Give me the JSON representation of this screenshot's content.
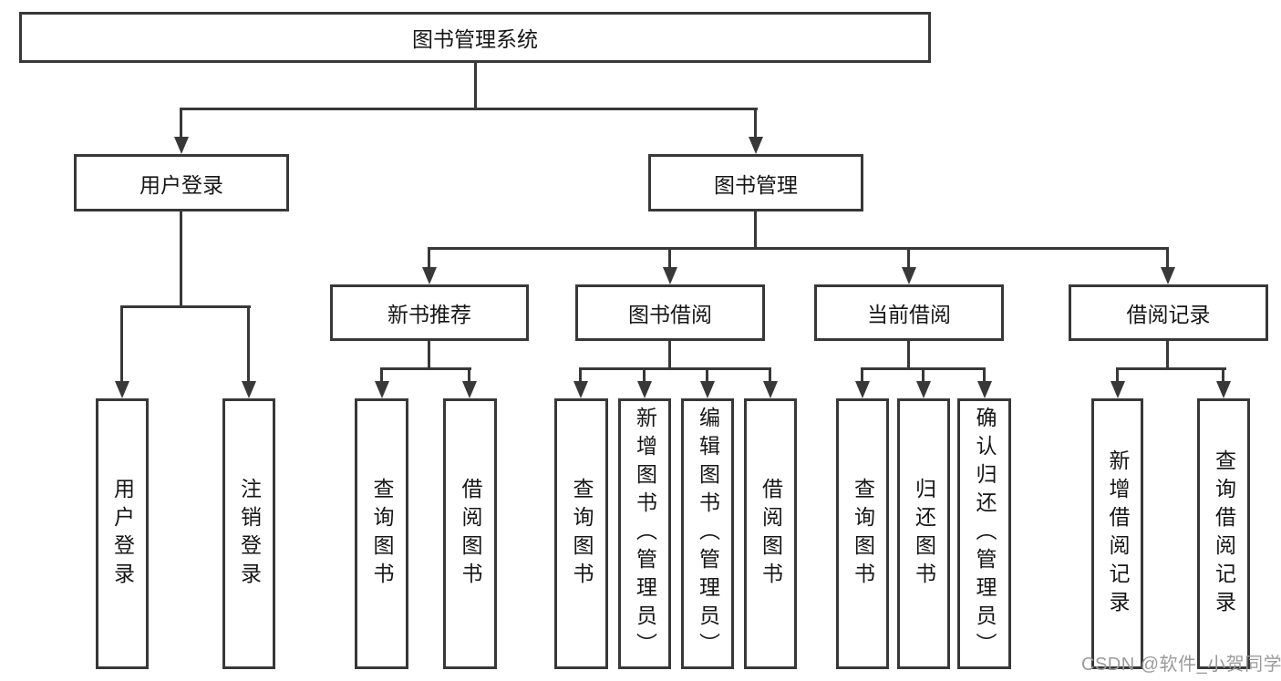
{
  "tree": {
    "label": "图书管理系统",
    "children": [
      {
        "label": "用户登录",
        "children": [
          {
            "label": "用户登录"
          },
          {
            "label": "注销登录"
          }
        ]
      },
      {
        "label": "图书管理",
        "children": [
          {
            "label": "新书推荐",
            "children": [
              {
                "label": "查询图书"
              },
              {
                "label": "借阅图书"
              }
            ]
          },
          {
            "label": "图书借阅",
            "children": [
              {
                "label": "查询图书"
              },
              {
                "label": "新增图书（管理员）"
              },
              {
                "label": "编辑图书（管理员）"
              },
              {
                "label": "借阅图书"
              }
            ]
          },
          {
            "label": "当前借阅",
            "children": [
              {
                "label": "查询图书"
              },
              {
                "label": "归还图书"
              },
              {
                "label": "确认归还（管理员）"
              }
            ]
          },
          {
            "label": "借阅记录",
            "children": [
              {
                "label": "新增借阅记录"
              },
              {
                "label": "查询借阅记录"
              }
            ]
          }
        ]
      }
    ]
  },
  "watermark": "CSDN @软件_小贺同学",
  "colors": {
    "line": "#383838",
    "text": "#161616",
    "background": "#ffffff",
    "watermark": "#9b9b9b"
  }
}
